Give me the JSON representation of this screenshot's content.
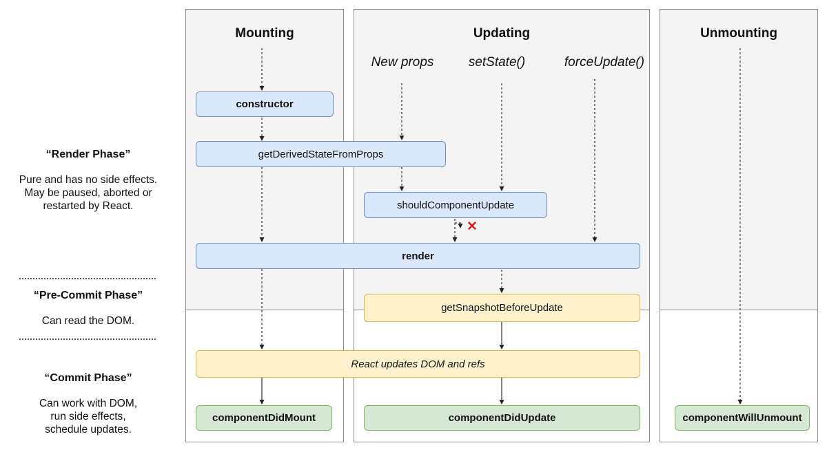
{
  "columns": {
    "mounting": "Mounting",
    "updating": "Updating",
    "unmounting": "Unmounting"
  },
  "triggers": {
    "new_props": "New props",
    "set_state": "setState()",
    "force_update": "forceUpdate()"
  },
  "methods": {
    "constructor": "constructor",
    "get_derived_state_from_props": "getDerivedStateFromProps",
    "should_component_update": "shouldComponentUpdate",
    "render": "render",
    "get_snapshot_before_update": "getSnapshotBeforeUpdate",
    "react_updates_dom": "React updates DOM and refs",
    "component_did_mount": "componentDidMount",
    "component_did_update": "componentDidUpdate",
    "component_will_unmount": "componentWillUnmount"
  },
  "phases": {
    "render": {
      "title": "“Render Phase”",
      "lines": [
        "Pure and has no side effects.",
        "May be paused, aborted or",
        "restarted by React."
      ]
    },
    "pre_commit": {
      "title": "“Pre-Commit Phase”",
      "lines": [
        "Can read the DOM."
      ]
    },
    "commit": {
      "title": "“Commit Phase”",
      "lines": [
        "Can work with DOM,",
        "run side effects,",
        "schedule updates."
      ]
    }
  },
  "colors": {
    "render_phase_box": "#dae8fc",
    "dom_update_box": "#fff2cc",
    "commit_box": "#d5e8d4",
    "cancel_mark": "#e01b1b"
  }
}
